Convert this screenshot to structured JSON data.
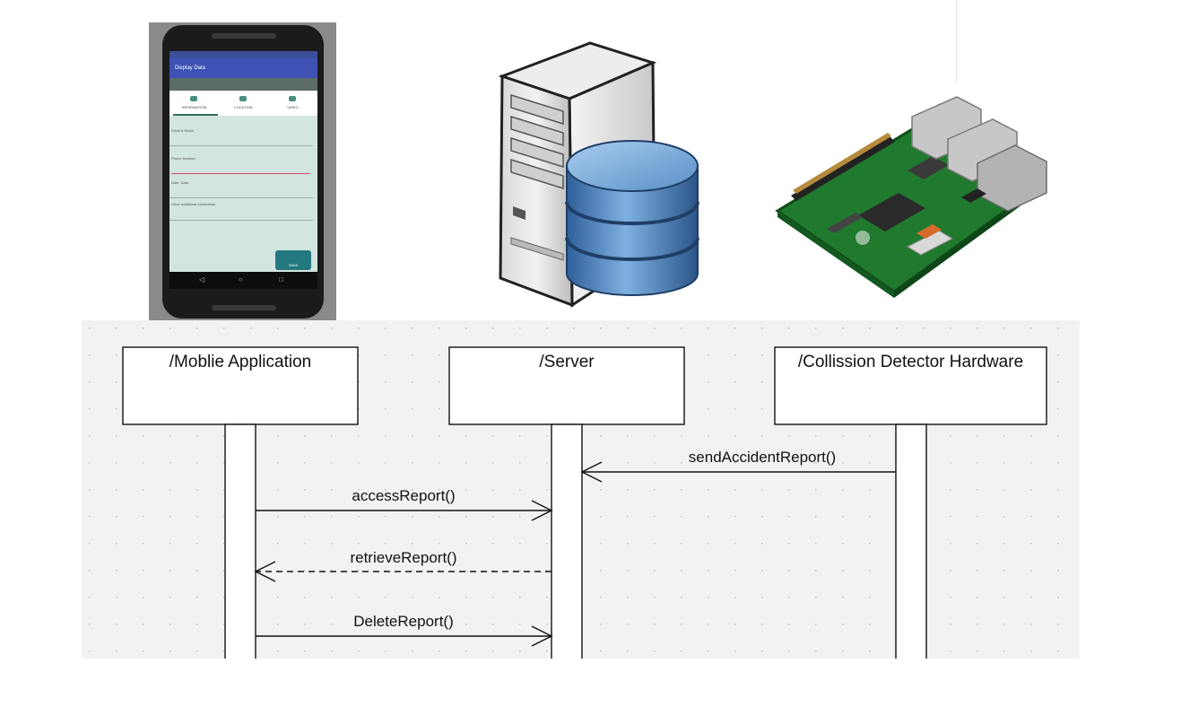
{
  "phone": {
    "app_title": "Display Data",
    "tabs": [
      "INFORMATION",
      "LOCATION",
      "VIDEO"
    ],
    "fields": [
      "Driver's Name",
      "Phone Number",
      "Date, Date",
      "Other additional information"
    ],
    "save_label": "SAVE",
    "nav": [
      "◁",
      "○",
      "□"
    ]
  },
  "diagram": {
    "lifelines": [
      {
        "name": "/Moblie Application"
      },
      {
        "name": "/Server"
      },
      {
        "name": "/Collission Detector Hardware"
      }
    ],
    "messages": [
      {
        "label": "sendAccidentReport()",
        "from": "/Collission Detector Hardware",
        "to": "/Server",
        "style": "solid"
      },
      {
        "label": "accessReport()",
        "from": "/Moblie Application",
        "to": "/Server",
        "style": "solid"
      },
      {
        "label": "retrieveReport()",
        "from": "/Server",
        "to": "/Moblie Application",
        "style": "dashed"
      },
      {
        "label": "DeleteReport()",
        "from": "/Moblie Application",
        "to": "/Server",
        "style": "solid"
      }
    ]
  },
  "colors": {
    "canvas": "#f2f2f2",
    "grid_dot": "#c4c4c4",
    "phone_appbar": "#3f51b5",
    "db_blue": "#5b8fc7",
    "board_green": "#3a8a3a"
  }
}
